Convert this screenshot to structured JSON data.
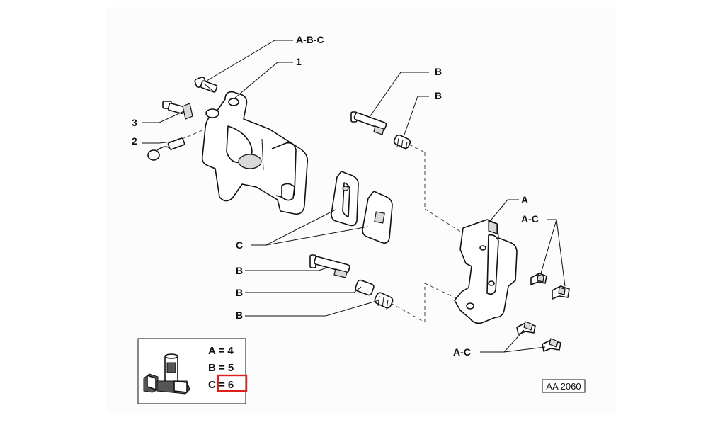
{
  "callouts": {
    "bolt_abc": "A-B-C",
    "caliper": "1",
    "bleed_screw": "3",
    "cap": "2",
    "guide_pin_top": "B",
    "bushing_top": "B",
    "pads": "C",
    "guide_pin_bottom": "B",
    "sleeve_bottom": "B",
    "bushing_bottom": "B",
    "bracket": "A",
    "clips_top": "A-C",
    "clips_bottom": "A-C"
  },
  "legend": {
    "rows": [
      "A = 4",
      "B = 5",
      "C = 6"
    ],
    "highlight_row": 2,
    "highlight_color": "#e0201b",
    "icons": [
      "tube-icon",
      "package-icon"
    ]
  },
  "reference_code": "AA 2060"
}
